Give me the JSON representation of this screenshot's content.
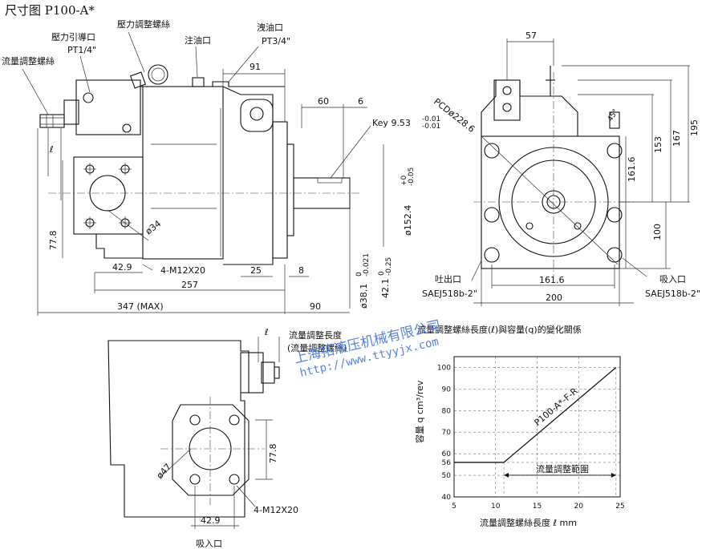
{
  "title": "尺寸图 P100-A*",
  "watermark": {
    "company": "上海拓液压机械有限公司",
    "url": "http://www.ttyyjx.com"
  },
  "front_view": {
    "labels": {
      "flow_screw": "流量調整螺絲",
      "pilot_port": "壓力引導口",
      "pilot_port_size": "PT1/4\"",
      "pressure_screw": "壓力調整螺絲",
      "fill_port": "注油口",
      "drain_port": "洩油口",
      "drain_port_size": "PT3/4\"",
      "ell": "ℓ",
      "key": "Key 9.53",
      "key_tol_upper": "-0.01",
      "key_tol_lower": "-0.01",
      "d_spigot": "ø152.4",
      "d_spigot_tol_upper": "+0",
      "d_spigot_tol_lower": "-0.05",
      "d_shaft": "ø38.1",
      "d_shaft_tol_upper": "0",
      "d_shaft_tol_lower": "-0.021",
      "shaft_len": "42.1",
      "shaft_len_tol_upper": "0",
      "shaft_len_tol_lower": "-0.25",
      "d_port": "ø34",
      "bolts": "4-M12X20"
    },
    "dims": {
      "d91": "91",
      "d60": "60",
      "d6": "6",
      "d77_8": "77.8",
      "d42_9": "42.9",
      "d257": "257",
      "d25": "25",
      "d8": "8",
      "d347": "347 (MAX)",
      "d90": "90"
    }
  },
  "side_view": {
    "labels": {
      "pcd": "PCDø228.6",
      "outlet": "吐出口",
      "outlet_spec": "SAEJ518b-2\"",
      "inlet": "吸入口",
      "inlet_spec": "SAEJ518b-2\"",
      "angle": "45°"
    },
    "dims": {
      "d57": "57",
      "d195": "195",
      "d167": "167",
      "d153": "153",
      "d161_6v": "161.6",
      "d100": "100",
      "d161_6h": "161.6",
      "d200": "200"
    }
  },
  "inlet_view": {
    "labels": {
      "flow_len": "流量調整長度",
      "ell": "ℓ",
      "flow_screw": "(流量調整螺絲)",
      "d_port": "ø47",
      "bolts": "4-M12X20",
      "inlet": "吸入口"
    },
    "dims": {
      "d77_8": "77.8",
      "d42_9": "42.9"
    }
  },
  "chart_data": {
    "type": "line",
    "title": "流量調整螺絲長度(ℓ)與容量(q)的變化關係",
    "xlabel": "流量調整螺絲長度 ℓ mm",
    "ylabel": "容量 q cm³/rev",
    "xlim": [
      5,
      25
    ],
    "ylim": [
      40,
      105
    ],
    "xticks": [
      5,
      10,
      15,
      20,
      25
    ],
    "yticks": [
      40,
      50,
      56,
      60,
      70,
      80,
      90,
      100
    ],
    "series": [
      {
        "name": "P100-A*-F-R",
        "x": [
          11,
          24.5
        ],
        "y": [
          56,
          100
        ]
      }
    ],
    "annotations": [
      {
        "text": "流量調整範圍"
      }
    ],
    "grid": true
  }
}
